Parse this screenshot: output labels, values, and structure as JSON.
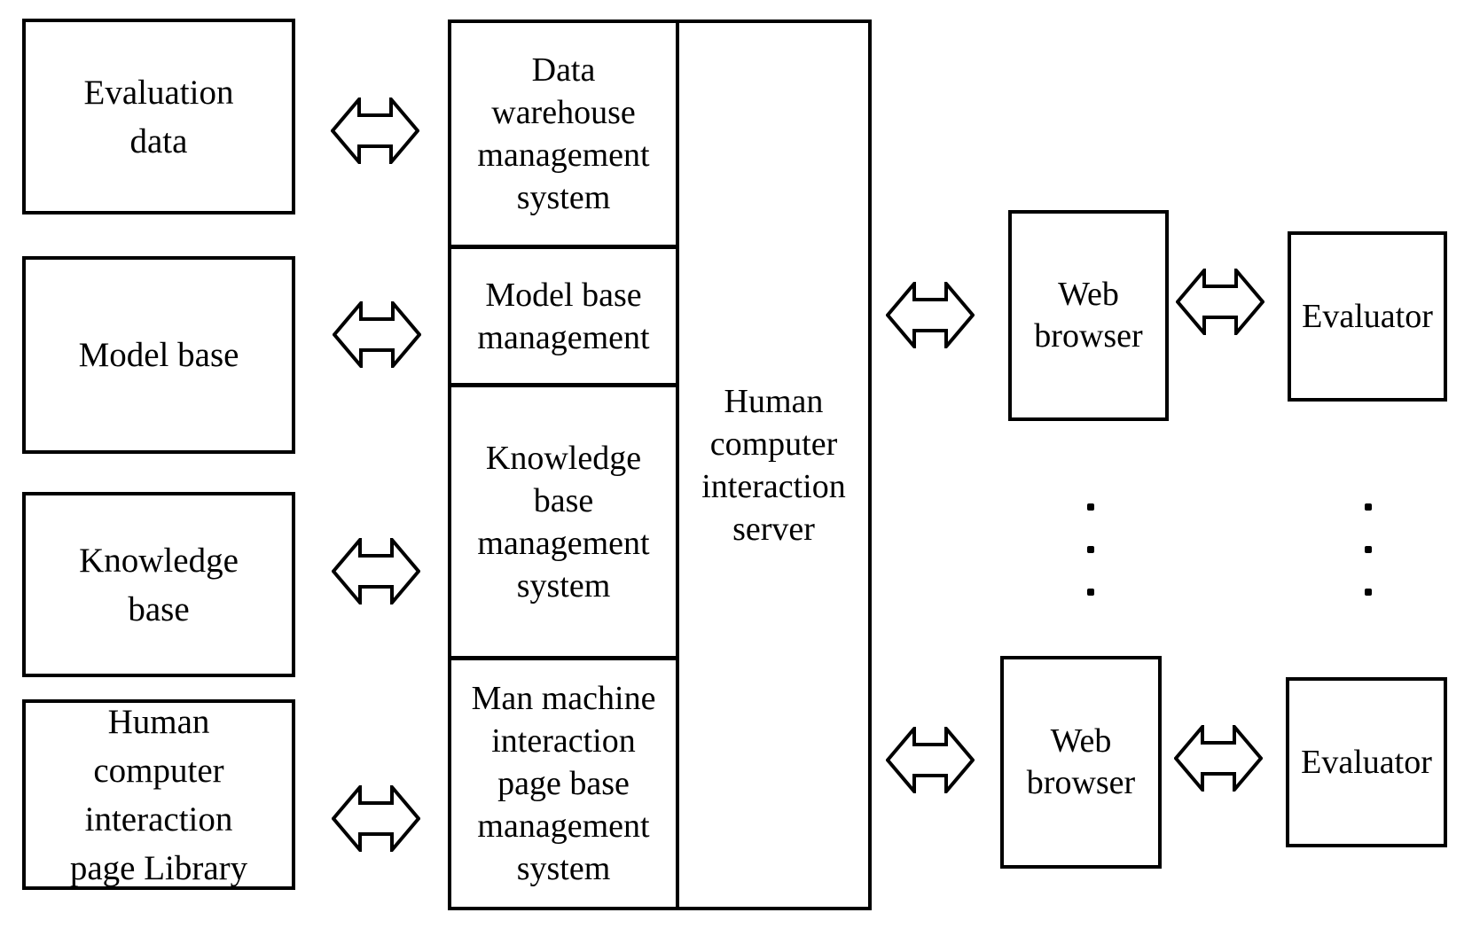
{
  "diagram": {
    "colors": {
      "line": "#000000",
      "background": "#ffffff",
      "text": "#000000"
    },
    "left_boxes": [
      {
        "label": "Evaluation\ndata"
      },
      {
        "label": "Model base"
      },
      {
        "label": "Knowledge\nbase"
      },
      {
        "label": "Human\ncomputer\ninteraction\npage Library"
      }
    ],
    "management_sections": [
      {
        "label": "Data\nwarehouse\nmanagement\nsystem"
      },
      {
        "label": "Model base\nmanagement"
      },
      {
        "label": "Knowledge\nbase\nmanagement\nsystem"
      },
      {
        "label": "Man machine\ninteraction\npage base\nmanagement\nsystem"
      }
    ],
    "server": {
      "label": "Human\ncomputer\ninteraction\nserver"
    },
    "clients": {
      "web_browser_top": {
        "label": "Web\nbrowser"
      },
      "web_browser_bottom": {
        "label": "Web\nbrowser"
      },
      "evaluator_top": {
        "label": "Evaluator"
      },
      "evaluator_bottom": {
        "label": "Evaluator"
      }
    }
  }
}
